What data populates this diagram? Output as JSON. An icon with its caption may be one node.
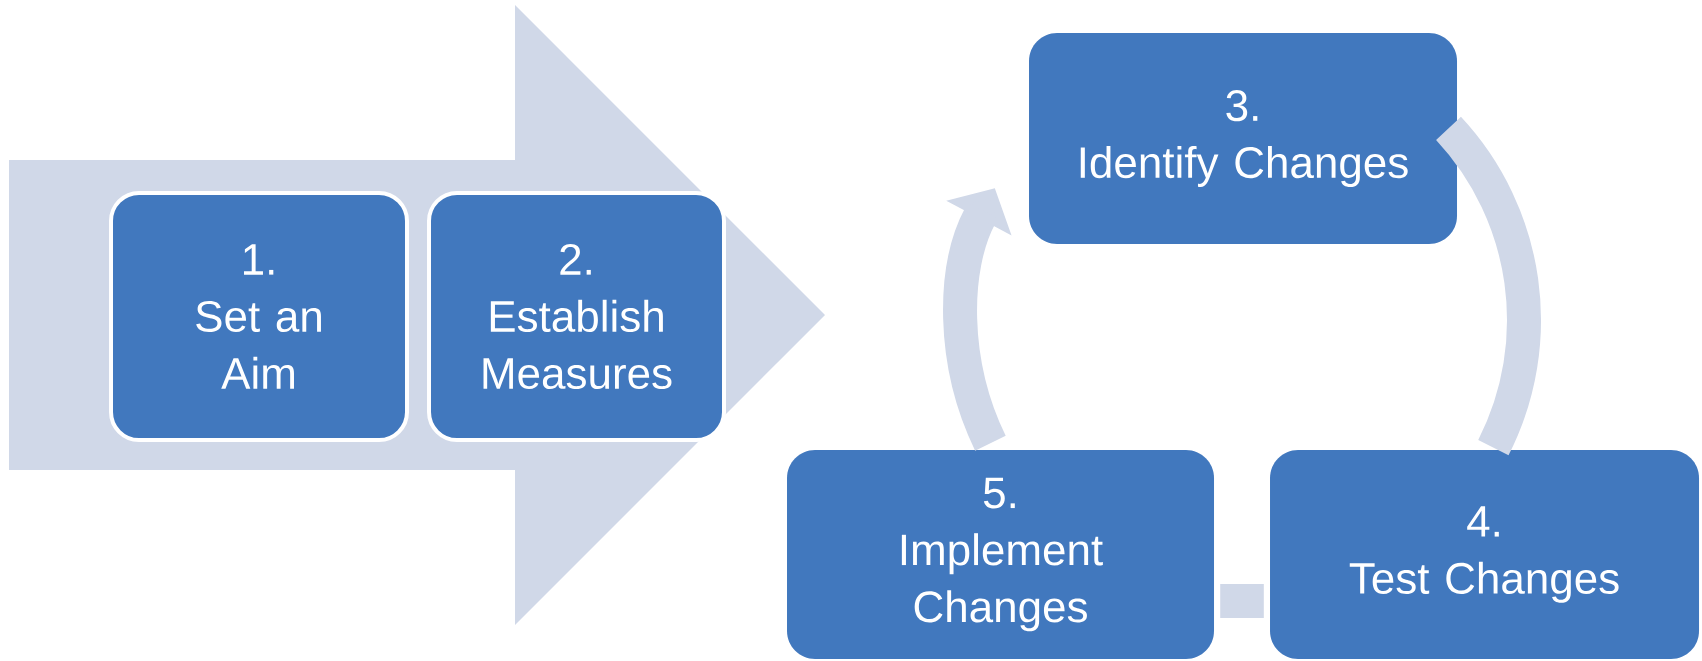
{
  "diagram": {
    "nodes": [
      {
        "text": [
          "1.",
          "Set an Aim"
        ]
      },
      {
        "text": [
          "2.",
          "Establish Measures"
        ]
      },
      {
        "text": [
          "3.",
          "Identify Changes"
        ]
      },
      {
        "text": [
          "4.",
          "Test Changes"
        ]
      },
      {
        "text": [
          "5.",
          "Implement Changes"
        ]
      }
    ],
    "edges": [
      {
        "from": 2,
        "to": 3,
        "arrow": "none"
      },
      {
        "from": 3,
        "to": 4,
        "arrow": "none"
      },
      {
        "from": 4,
        "to": 2,
        "arrow": "to"
      }
    ]
  }
}
